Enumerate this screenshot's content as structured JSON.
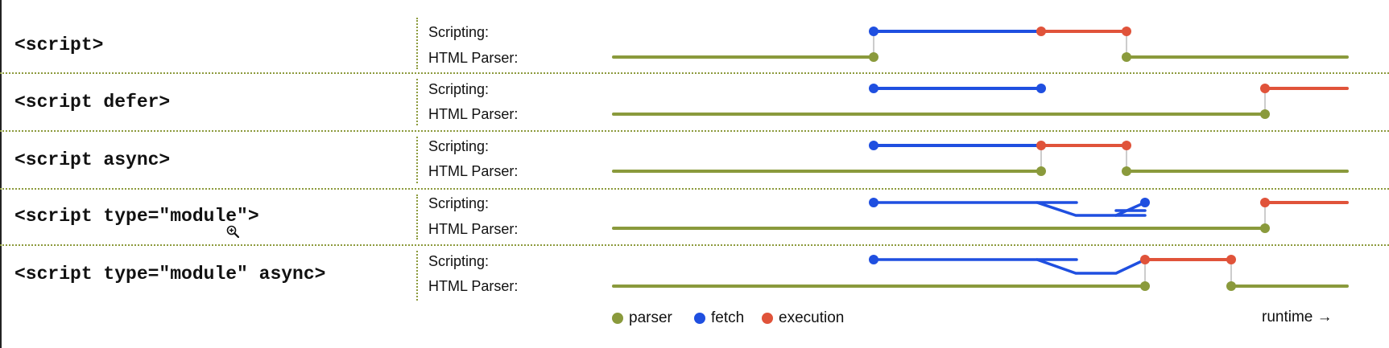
{
  "rows": [
    {
      "code": "<script>",
      "scripting": "Scripting:",
      "parser": "HTML Parser:"
    },
    {
      "code": "<script defer>",
      "scripting": "Scripting:",
      "parser": "HTML Parser:"
    },
    {
      "code": "<script async>",
      "scripting": "Scripting:",
      "parser": "HTML Parser:"
    },
    {
      "code": "<script type=\"module\">",
      "scripting": "Scripting:",
      "parser": "HTML Parser:"
    },
    {
      "code": "<script type=\"module\" async>",
      "scripting": "Scripting:",
      "parser": "HTML Parser:"
    }
  ],
  "legend": {
    "parser": {
      "label": "parser",
      "color": "#8a9a3c"
    },
    "fetch": {
      "label": "fetch",
      "color": "#1f4fe0"
    },
    "execution": {
      "label": "execution",
      "color": "#e0533a"
    }
  },
  "runtime_label": "runtime →",
  "colors": {
    "parser": "#8a9a3c",
    "fetch": "#1f4fe0",
    "execution": "#e0533a",
    "connector": "#cccccc"
  },
  "icons": {
    "cursor": "zoom-in-icon"
  }
}
